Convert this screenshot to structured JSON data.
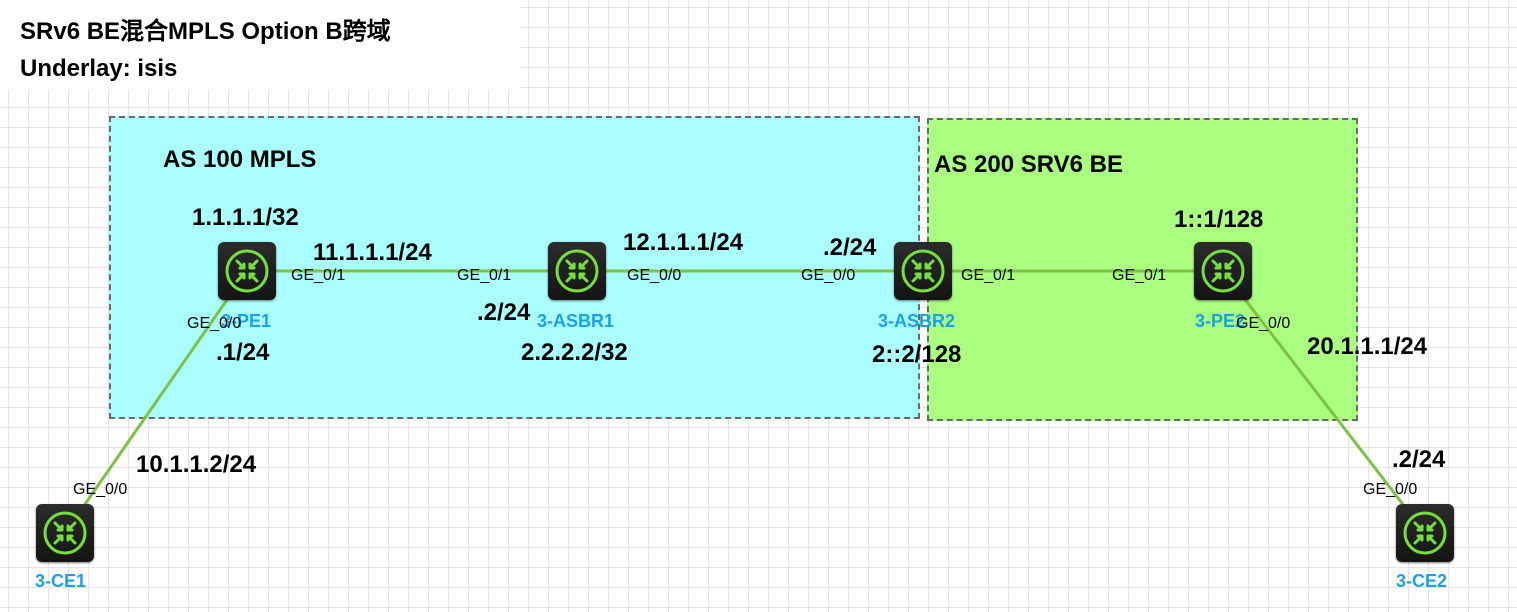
{
  "title": {
    "line1": "SRv6 BE混合MPLS Option B跨域",
    "line2": "Underlay: isis"
  },
  "zones": {
    "as100": "AS 100 MPLS",
    "as200": "AS 200 SRV6 BE"
  },
  "colors": {
    "as100_fill": "#aaffff",
    "as200_fill": "#aaff80",
    "link": "#7dc242",
    "device_label": "#1ea0e6",
    "router_icon_accent": "#76e03b"
  },
  "devices": {
    "pe1": {
      "name": "3-PE1",
      "icon": "router-icon"
    },
    "asbr1": {
      "name": "3-ASBR1",
      "icon": "router-icon"
    },
    "asbr2": {
      "name": "3-ASBR2",
      "icon": "router-icon"
    },
    "pe2": {
      "name": "3-PE2",
      "icon": "router-icon"
    },
    "ce1": {
      "name": "3-CE1",
      "icon": "router-icon"
    },
    "ce2": {
      "name": "3-CE2",
      "icon": "router-icon"
    }
  },
  "ports": {
    "pe1_ge01": "GE_0/1",
    "pe1_ge00": "GE_0/0",
    "asbr1_ge01": "GE_0/1",
    "asbr1_ge00": "GE_0/0",
    "asbr2_ge00": "GE_0/0",
    "asbr2_ge01": "GE_0/1",
    "pe2_ge01": "GE_0/1",
    "pe2_ge00": "GE_0/0",
    "ce1_ge00": "GE_0/0",
    "ce2_ge00": "GE_0/0"
  },
  "addresses": {
    "pe1_loopback": "1.1.1.1/32",
    "pe1_asbr1_net": "11.1.1.1/24",
    "asbr1_local": ".2/24",
    "asbr1_loopback": "2.2.2.2/32",
    "asbr1_asbr2_net": "12.1.1.1/24",
    "asbr2_local": ".2/24",
    "asbr2_loopback": "2::2/128",
    "pe2_loopback": "1::1/128",
    "pe1_ce1_local": ".1/24",
    "ce1_net": "10.1.1.2/24",
    "pe2_ce2_net": "20.1.1.1/24",
    "ce2_local": ".2/24"
  }
}
